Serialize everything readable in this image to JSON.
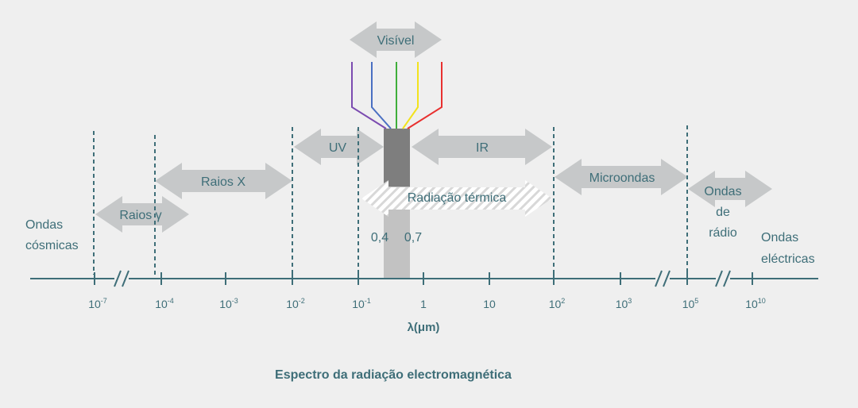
{
  "title": "Espectro da radiação electromagnética",
  "axis_label": "λ(μm)",
  "ticks": [
    {
      "base": "10",
      "exp": "-7"
    },
    {
      "base": "10",
      "exp": "-4"
    },
    {
      "base": "10",
      "exp": "-3"
    },
    {
      "base": "10",
      "exp": "-2"
    },
    {
      "base": "10",
      "exp": "-1"
    },
    {
      "base": "1",
      "exp": ""
    },
    {
      "base": "10",
      "exp": ""
    },
    {
      "base": "10",
      "exp": "2"
    },
    {
      "base": "10",
      "exp": "3"
    },
    {
      "base": "10",
      "exp": "5"
    },
    {
      "base": "10",
      "exp": "10"
    }
  ],
  "visible_bounds": {
    "low": "0,4",
    "high": "0,7"
  },
  "bands": {
    "visible": "Visível",
    "uv": "UV",
    "ir": "IR",
    "xray": "Raios X",
    "thermal": "Radiação térmica",
    "microwave": "Microondas",
    "gamma": "Raios γ",
    "radio": [
      "Ondas",
      "de",
      "rádio"
    ]
  },
  "cosmic": [
    "Ondas",
    "cósmicas"
  ],
  "electric": [
    "Ondas",
    "eléctricas"
  ],
  "colors": {
    "violet": "#7b4bb0",
    "blue": "#4a6fc2",
    "green": "#3fae3a",
    "yellow": "#f2e21c",
    "red": "#e8302f",
    "text": "#3e6e78"
  }
}
